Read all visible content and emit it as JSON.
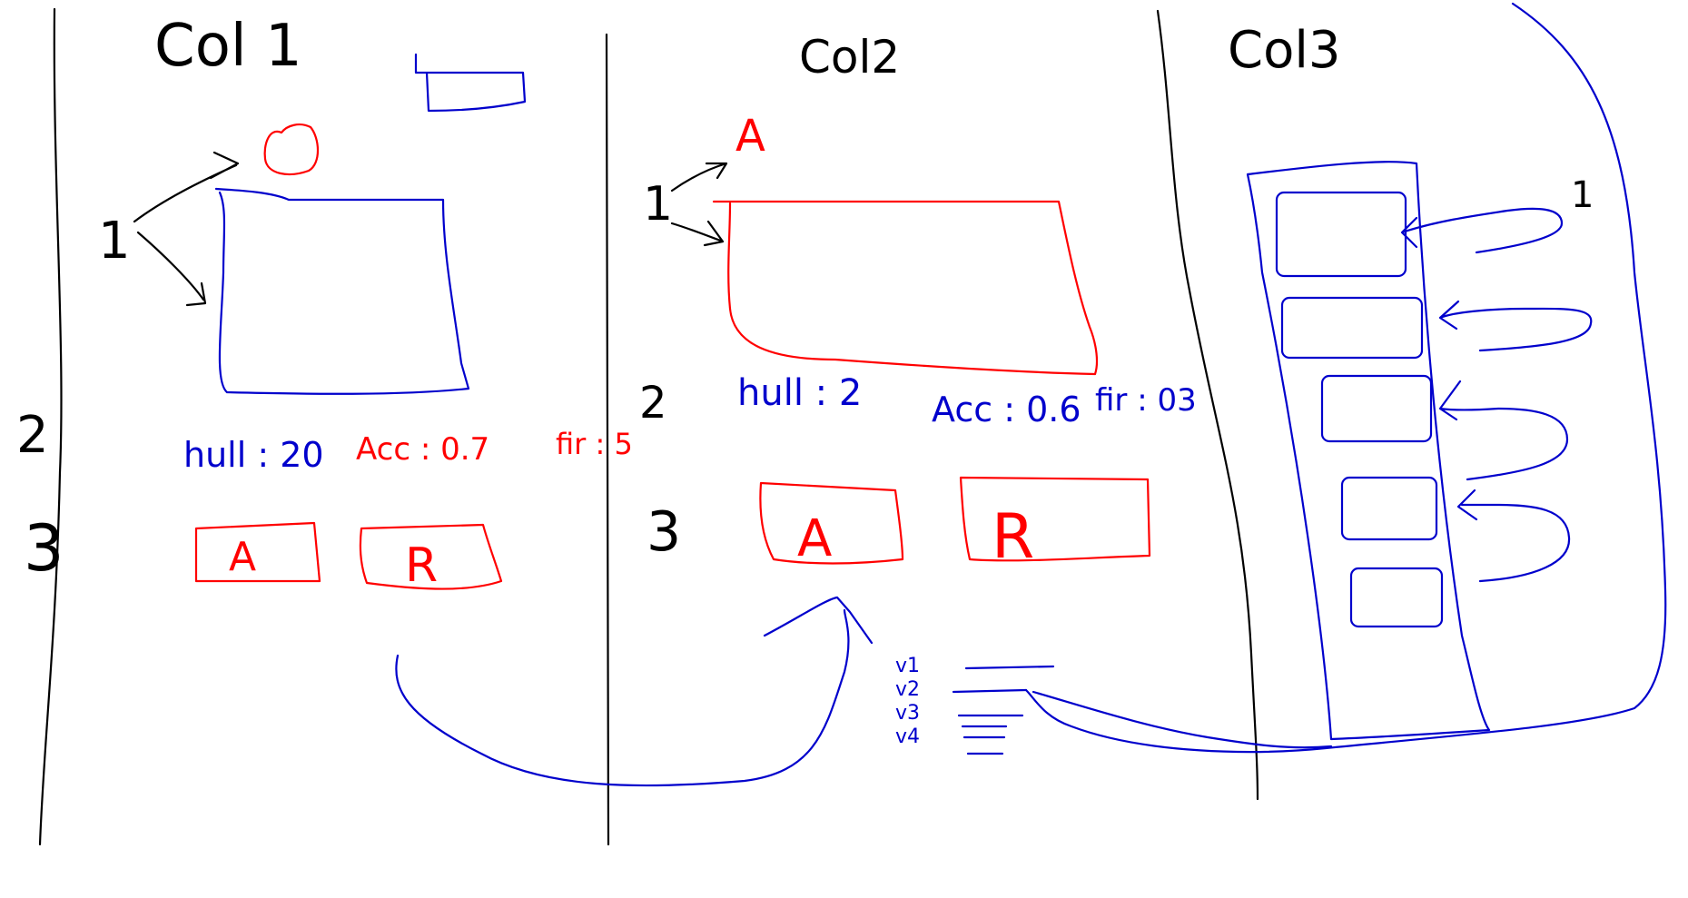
{
  "columns": [
    {
      "title": "Col 1"
    },
    {
      "title": "Col2"
    },
    {
      "title": "Col3"
    }
  ],
  "col1": {
    "row1_label": "1",
    "row2_label": "2",
    "row3_label": "3",
    "stats_hull": "hull : 20",
    "stats_acc": "Acc : 0.7",
    "stats_fir": "fir : 5",
    "button_a": "A",
    "button_r": "R"
  },
  "col2": {
    "row1_label": "1",
    "row2_label": "2",
    "row3_label": "3",
    "top_label": "A",
    "stats_hull": "hull : 2",
    "stats_acc": "Acc : 0.6",
    "stats_fir": "fir : 03",
    "button_a": "A",
    "button_r": "R",
    "list_items": [
      "v1",
      "v2",
      "v3",
      "v4"
    ]
  },
  "col3": {
    "row1_label": "1"
  },
  "colors": {
    "black": "#000000",
    "blue": "#0000cc",
    "red": "#ff0000"
  }
}
